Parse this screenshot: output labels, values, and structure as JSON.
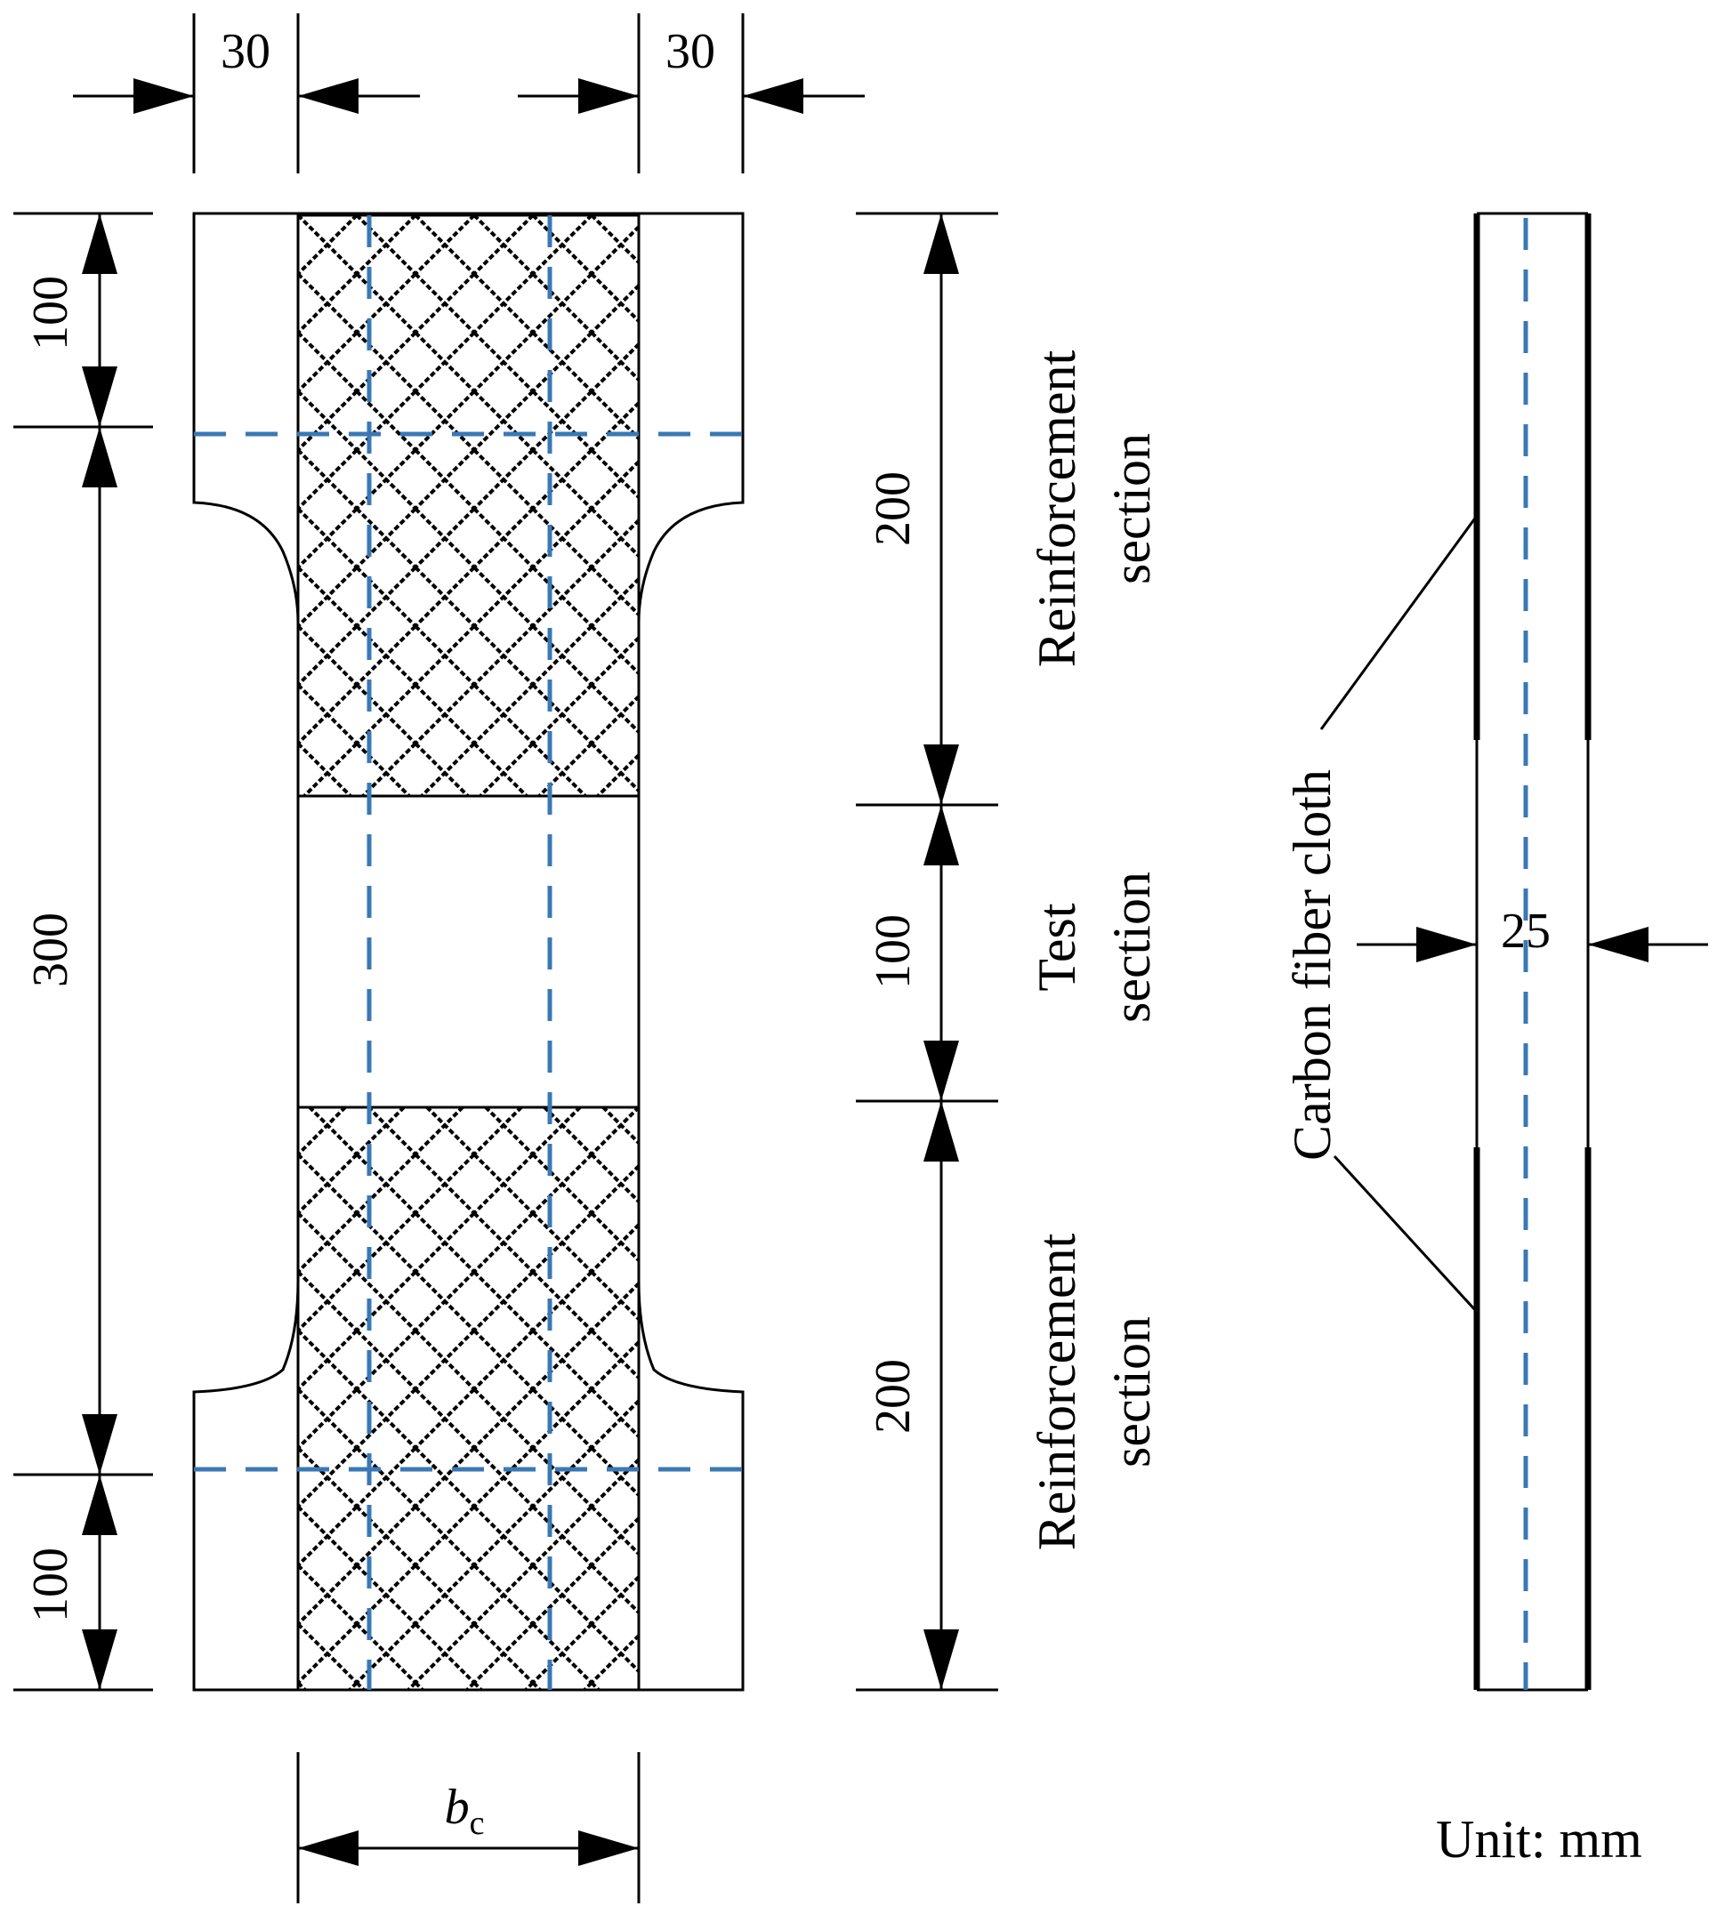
{
  "dimensions": {
    "top_left_width": "30",
    "top_right_width": "30",
    "left_top": "100",
    "left_middle": "300",
    "left_bottom": "100",
    "right_upper": "200",
    "right_middle": "100",
    "right_lower": "200",
    "side_thickness": "25",
    "bottom_width_var": "b",
    "bottom_width_sub": "c"
  },
  "labels": {
    "upper_section_line1": "Reinforcement",
    "upper_section_line2": "section",
    "test_section_line1": "Test",
    "test_section_line2": "section",
    "lower_section_line1": "Reinforcement",
    "lower_section_line2": "section",
    "carbon_fiber": "Carbon fiber cloth",
    "unit": "Unit: mm"
  },
  "colors": {
    "dashed_lines": "#3a78b5",
    "lines": "#000000"
  }
}
